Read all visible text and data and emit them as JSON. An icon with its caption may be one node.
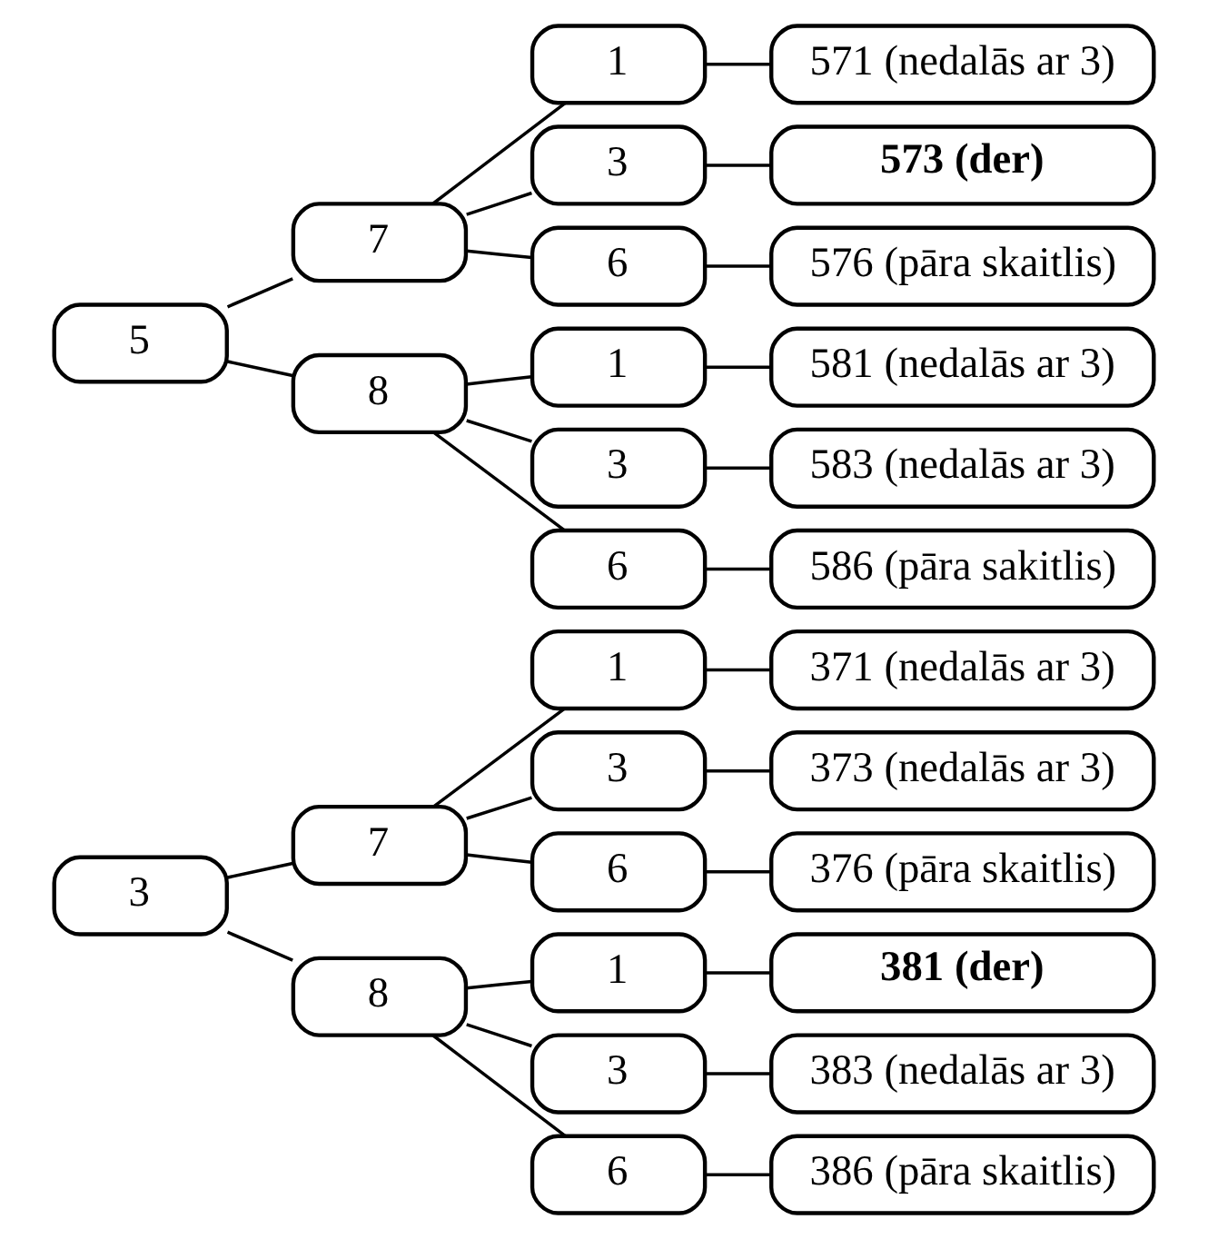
{
  "diagram": {
    "nodes": [
      {
        "text": [
          "3"
        ]
      },
      {
        "text": [
          "7"
        ]
      },
      {
        "text": [
          "1"
        ]
      },
      {
        "text": [
          "371 (nedalās ar 3)"
        ]
      },
      {
        "text": [
          "3"
        ]
      },
      {
        "text": [
          "373 (nedalās ar 3)"
        ]
      },
      {
        "text": [
          "6"
        ]
      },
      {
        "text": [
          "376 (pāra skaitlis)"
        ]
      },
      {
        "text": [
          "8"
        ]
      },
      {
        "text": [
          "1"
        ]
      },
      {
        "text": [
          "381 (der)"
        ]
      },
      {
        "text": [
          "3"
        ]
      },
      {
        "text": [
          "383 (nedalās ar 3)"
        ]
      },
      {
        "text": [
          "6"
        ]
      },
      {
        "text": [
          "386 (pāra skaitlis)"
        ]
      },
      {
        "text": [
          "5"
        ]
      },
      {
        "text": [
          "7"
        ]
      },
      {
        "text": [
          "1"
        ]
      },
      {
        "text": [
          "571 (nedalās ar 3)"
        ]
      },
      {
        "text": [
          "3"
        ]
      },
      {
        "text": [
          "573 (der)"
        ]
      },
      {
        "text": [
          "6"
        ]
      },
      {
        "text": [
          "576 (pāra skaitlis)"
        ]
      },
      {
        "text": [
          "8"
        ]
      },
      {
        "text": [
          "1"
        ]
      },
      {
        "text": [
          "581 (nedalās ar 3)"
        ]
      },
      {
        "text": [
          "3"
        ]
      },
      {
        "text": [
          "583 (nedalās ar 3)"
        ]
      },
      {
        "text": [
          "6"
        ]
      },
      {
        "text": [
          "586 (pāra sakitlis)"
        ]
      }
    ],
    "edges": [
      {
        "from": 0,
        "to": 1,
        "arrow": "none"
      },
      {
        "from": 1,
        "to": 2,
        "arrow": "none"
      },
      {
        "from": 2,
        "to": 3,
        "arrow": "none"
      },
      {
        "from": 1,
        "to": 4,
        "arrow": "none"
      },
      {
        "from": 4,
        "to": 5,
        "arrow": "none"
      },
      {
        "from": 1,
        "to": 6,
        "arrow": "none"
      },
      {
        "from": 6,
        "to": 7,
        "arrow": "none"
      },
      {
        "from": 0,
        "to": 8,
        "arrow": "none"
      },
      {
        "from": 8,
        "to": 9,
        "arrow": "none"
      },
      {
        "from": 9,
        "to": 10,
        "arrow": "none"
      },
      {
        "from": 8,
        "to": 11,
        "arrow": "none"
      },
      {
        "from": 11,
        "to": 12,
        "arrow": "none"
      },
      {
        "from": 8,
        "to": 13,
        "arrow": "none"
      },
      {
        "from": 13,
        "to": 14,
        "arrow": "none"
      },
      {
        "from": 15,
        "to": 16,
        "arrow": "none"
      },
      {
        "from": 16,
        "to": 17,
        "arrow": "none"
      },
      {
        "from": 17,
        "to": 18,
        "arrow": "none"
      },
      {
        "from": 16,
        "to": 19,
        "arrow": "none"
      },
      {
        "from": 19,
        "to": 20,
        "arrow": "none"
      },
      {
        "from": 16,
        "to": 21,
        "arrow": "none"
      },
      {
        "from": 21,
        "to": 22,
        "arrow": "none"
      },
      {
        "from": 15,
        "to": 23,
        "arrow": "none"
      },
      {
        "from": 23,
        "to": 24,
        "arrow": "none"
      },
      {
        "from": 24,
        "to": 25,
        "arrow": "none"
      },
      {
        "from": 23,
        "to": 26,
        "arrow": "none"
      },
      {
        "from": 26,
        "to": 27,
        "arrow": "none"
      },
      {
        "from": 23,
        "to": 28,
        "arrow": "none"
      },
      {
        "from": 28,
        "to": 29,
        "arrow": "none"
      }
    ]
  }
}
